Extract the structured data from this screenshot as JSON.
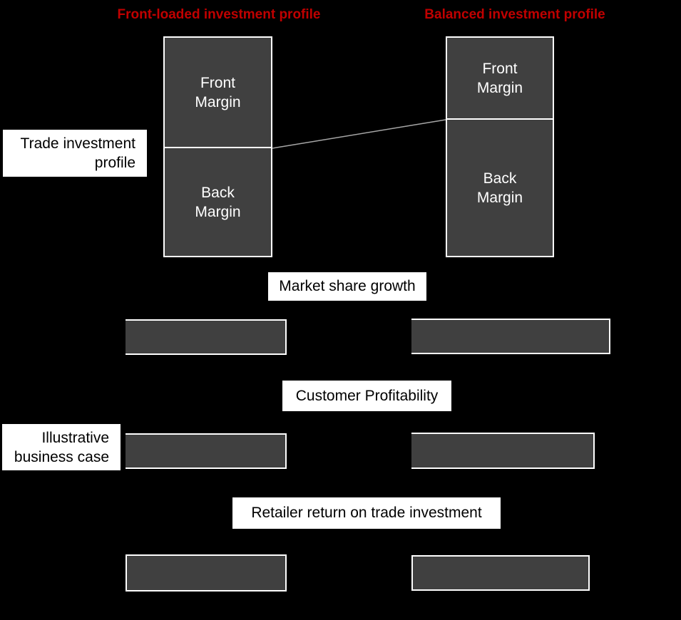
{
  "theme": {
    "background": "#000000",
    "bar_fill": "#404040",
    "bar_border": "#ffffff",
    "label_box_bg": "#ffffff",
    "label_text": "#000000",
    "title_red": "#c00000",
    "connector_gray": "#a6a6a6"
  },
  "columns": {
    "left": {
      "title": "Front-loaded investment profile"
    },
    "right": {
      "title": "Balanced investment profile"
    }
  },
  "trade_profile": {
    "row_label": "Trade investment\nprofile",
    "left_bar": {
      "segments": [
        {
          "label": "Front\nMargin",
          "height": 157
        },
        {
          "label": "Back\nMargin",
          "height": 155
        }
      ]
    },
    "right_bar": {
      "segments": [
        {
          "label": "Front\nMargin",
          "height": 117
        },
        {
          "label": "Back\nMargin",
          "height": 195
        }
      ]
    }
  },
  "business_case": {
    "row_label": "Illustrative\nbusiness case",
    "metrics": [
      {
        "label": "Market share growth",
        "left_bar_width": 226,
        "right_bar_width": 279
      },
      {
        "label": "Customer Profitability",
        "left_bar_width": 226,
        "right_bar_width": 257
      },
      {
        "label": "Retailer return on trade investment",
        "left_bar_width": 226,
        "right_bar_width": 250
      }
    ]
  }
}
